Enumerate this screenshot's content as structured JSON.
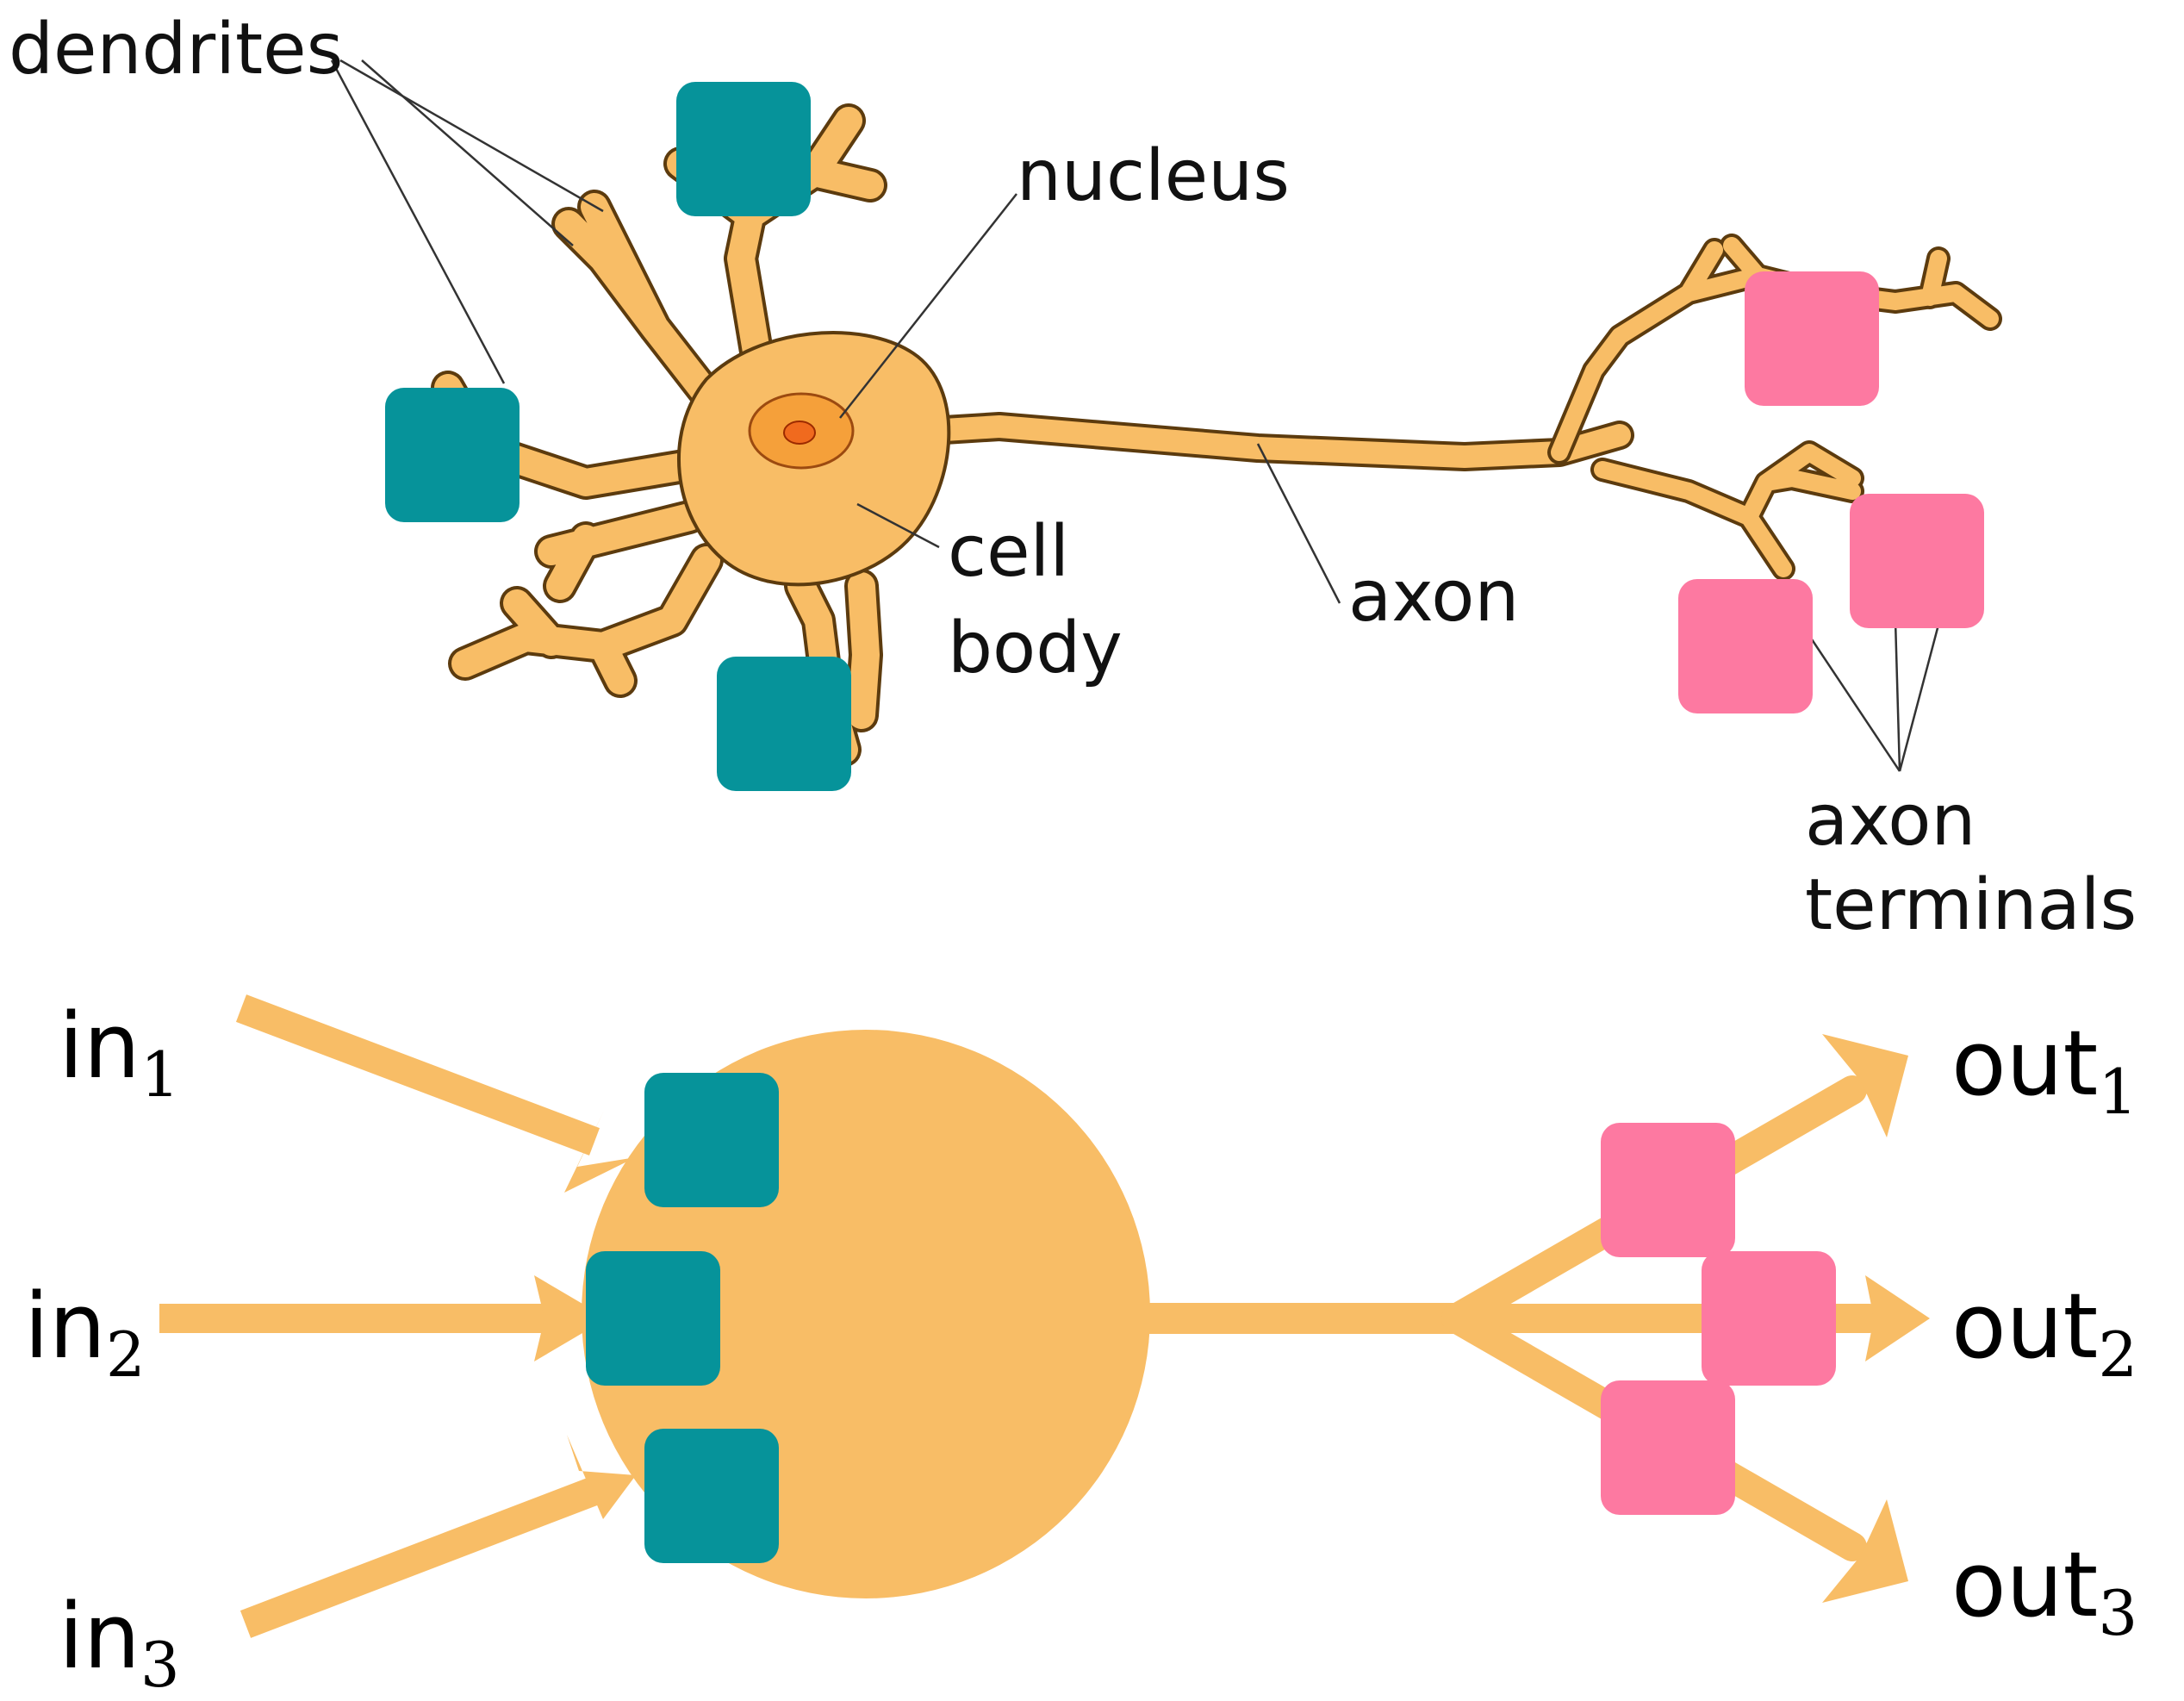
{
  "colors": {
    "neuron_fill": "#F8BD66",
    "neuron_outline": "#5C3B0E",
    "nucleus_fill": "#F5A03A",
    "nucleolus_fill": "#F06A1E",
    "input_marker": "#06939A",
    "output_marker": "#FD79A1",
    "arrow": "#F8BD66",
    "leader_line": "#333333"
  },
  "biological_neuron": {
    "labels": {
      "dendrites": "dendrites",
      "nucleus": "nucleus",
      "cell_body_line1": "cell",
      "cell_body_line2": "body",
      "axon": "axon",
      "axon_terminals_line1": "axon",
      "axon_terminals_line2": "terminals"
    }
  },
  "artificial_neuron": {
    "inputs": [
      {
        "base": "in",
        "sub": "1"
      },
      {
        "base": "in",
        "sub": "2"
      },
      {
        "base": "in",
        "sub": "3"
      }
    ],
    "outputs": [
      {
        "base": "out",
        "sub": "1"
      },
      {
        "base": "out",
        "sub": "2"
      },
      {
        "base": "out",
        "sub": "3"
      }
    ]
  }
}
